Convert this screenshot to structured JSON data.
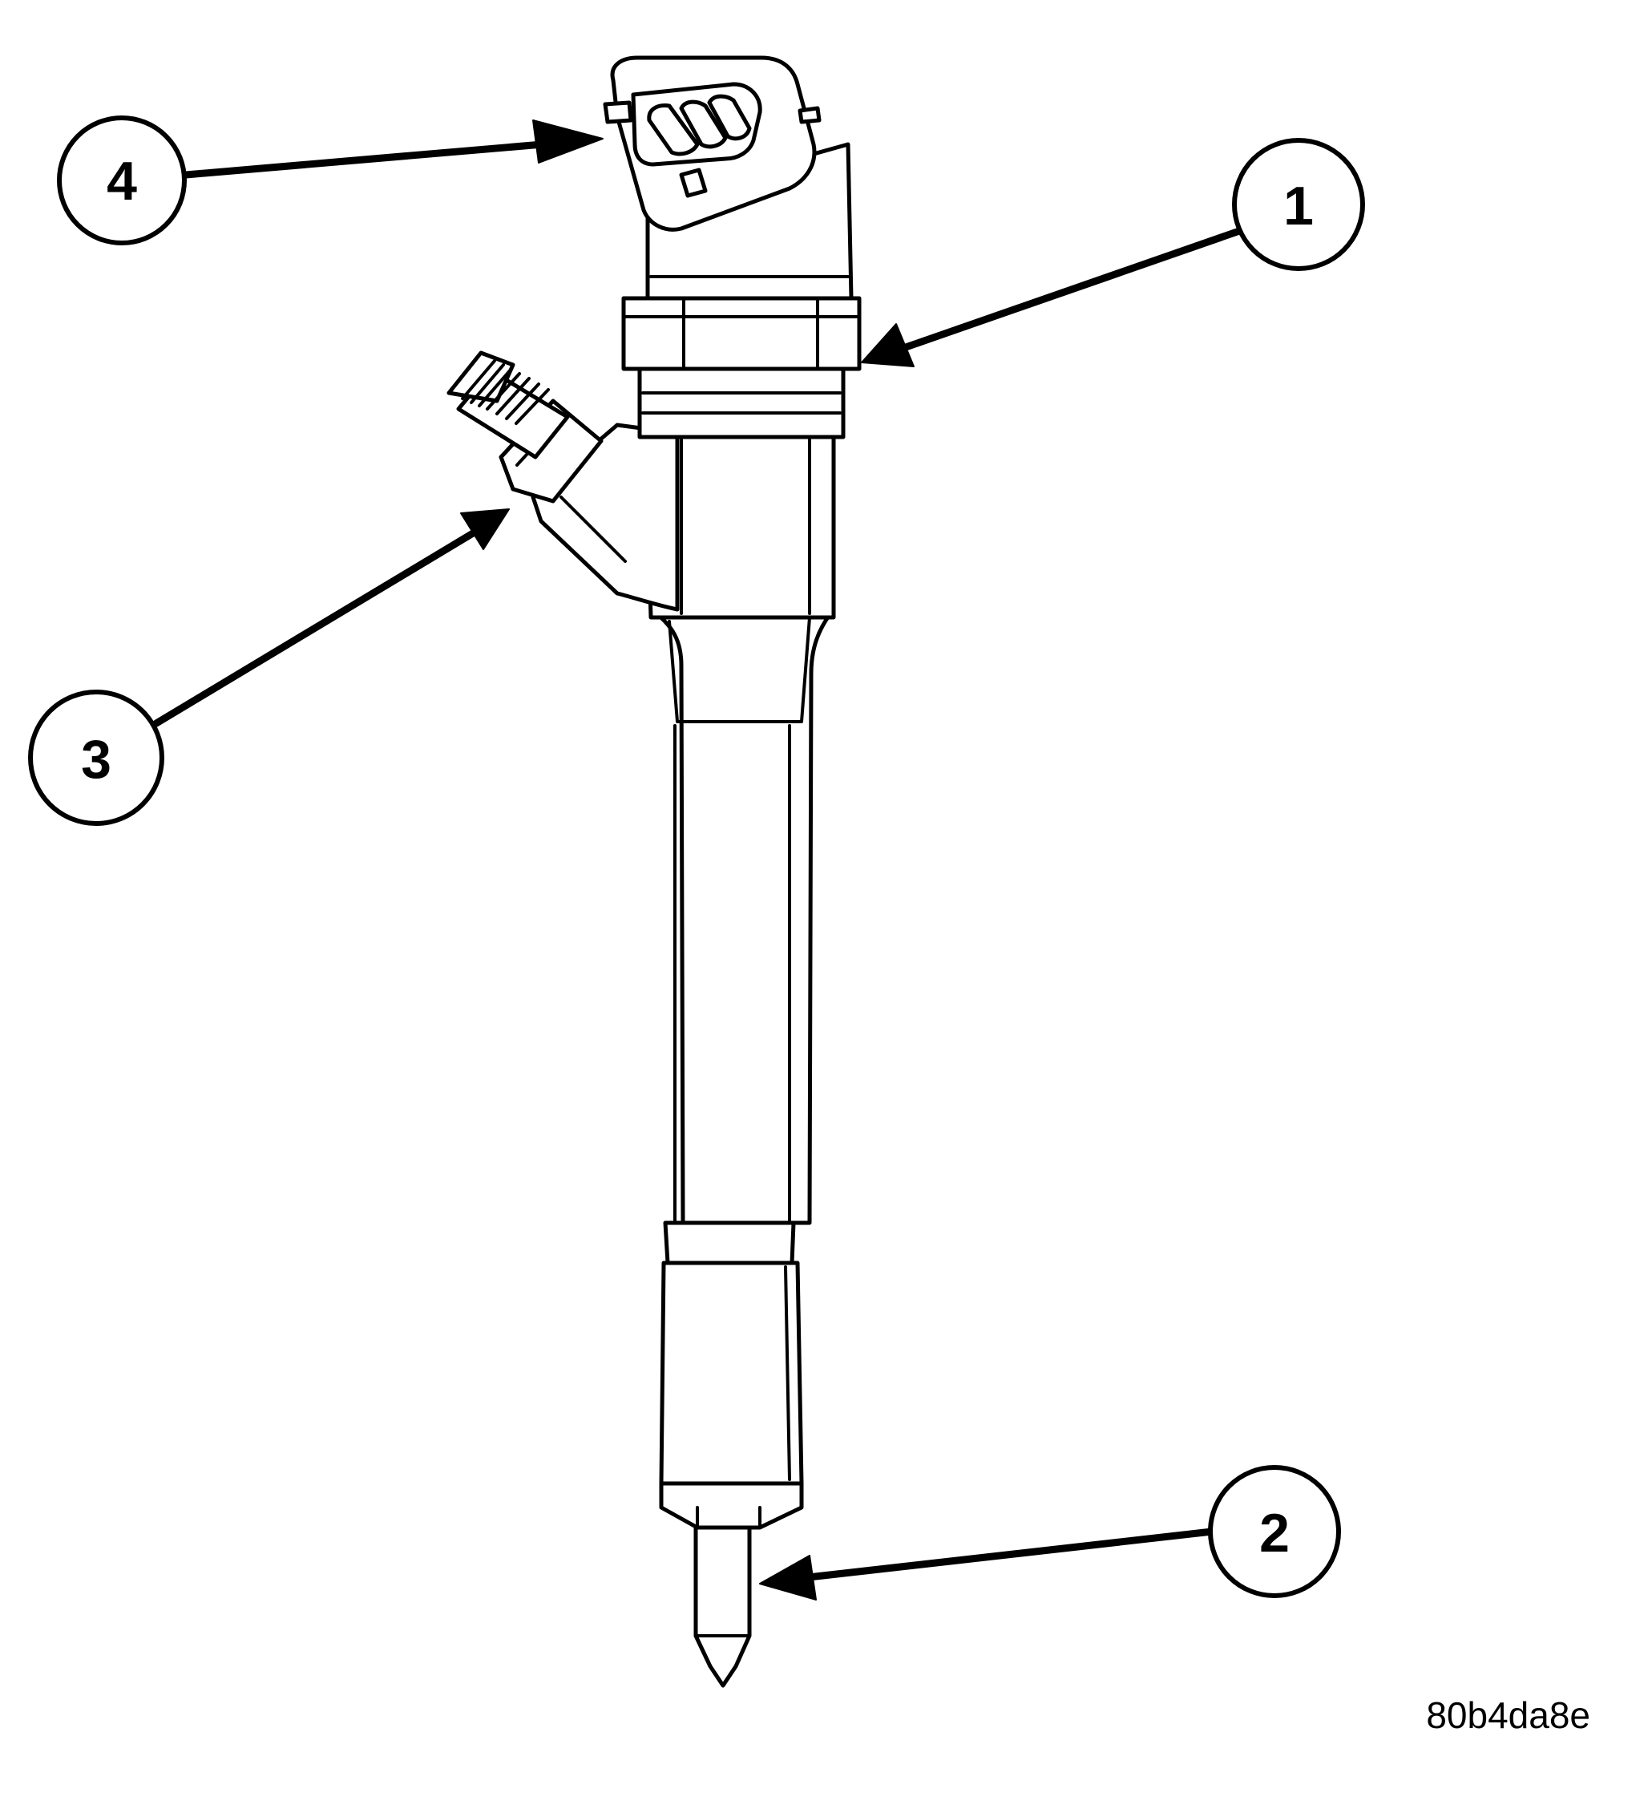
{
  "callouts": [
    {
      "id": "callout-1",
      "label": "1",
      "part": "hex-nut-body"
    },
    {
      "id": "callout-2",
      "label": "2",
      "part": "nozzle-tip"
    },
    {
      "id": "callout-3",
      "label": "3",
      "part": "fuel-inlet-fitting"
    },
    {
      "id": "callout-4",
      "label": "4",
      "part": "electrical-connector"
    }
  ],
  "figure_id": "80b4da8e",
  "colors": {
    "line": "#000000",
    "background": "#ffffff"
  }
}
